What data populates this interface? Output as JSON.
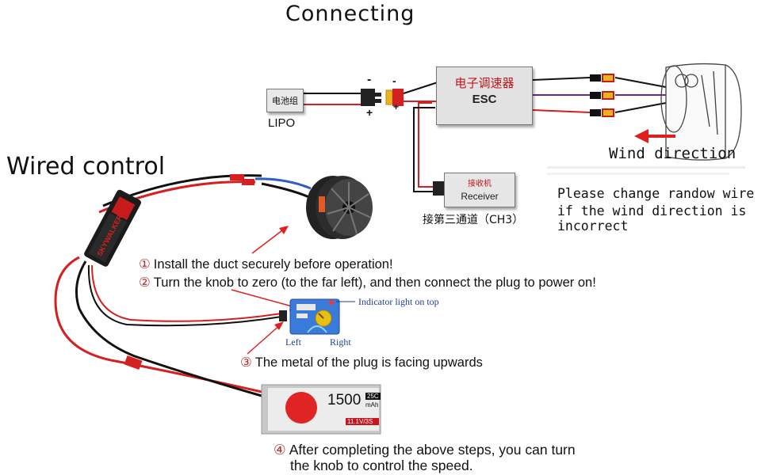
{
  "top": {
    "title": "Connecting",
    "lipo": {
      "chip_label": "电池组",
      "label": "LIPO"
    },
    "polarity": {
      "minus": "-",
      "plus": "+"
    },
    "esc": {
      "cn_label": "电子调速器",
      "en_label": "ESC"
    },
    "receiver": {
      "cn_label": "接收机",
      "en_label": "Receiver",
      "channel_note": "接第三通道（CH3）"
    },
    "wind_label": "Wind direction",
    "note_line1": "Please change randow wire",
    "note_line2": "if the wind direction is incorrect"
  },
  "left": {
    "title": "Wired control",
    "esc_brand": "SKYWALKER",
    "battery": {
      "capacity": "1500",
      "unit": "mAh",
      "rating": "25C",
      "voltage": "11.1V/3S"
    },
    "tester": {
      "indicator_label": "Indicator light on top",
      "left_label": "Left",
      "right_label": "Right"
    }
  },
  "steps": [
    {
      "num": "①",
      "text": "Install the duct securely before operation!"
    },
    {
      "num": "②",
      "text": "Turn the knob to zero (to the far left), and then connect the plug to power on!"
    },
    {
      "num": "③",
      "text": "The metal of the plug is facing upwards"
    },
    {
      "num": "④",
      "text": "After completing the above steps, you can turn"
    },
    {
      "num": "",
      "text": "the knob to control the speed."
    }
  ],
  "colors": {
    "wire_red": "#d42020",
    "wire_black": "#111111",
    "wire_purple": "#6a2a8a",
    "arrow_red": "#e0201f",
    "label_blue": "#1e3f8f"
  }
}
